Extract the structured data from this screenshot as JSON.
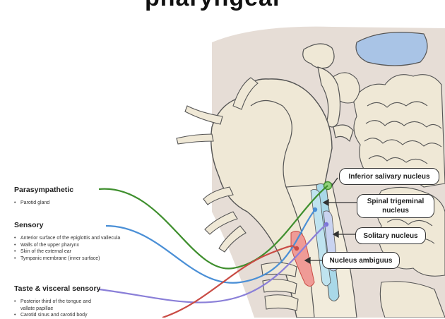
{
  "header": {
    "title_fragment": "pharyngeal"
  },
  "sections": [
    {
      "title": "Parasympathetic",
      "items": [
        "Parotid gland"
      ]
    },
    {
      "title": "Sensory",
      "items": [
        "Anterior surface of the epiglottis and vallecula",
        "Walls of the upper pharynx",
        "Skin of the external ear",
        "Tympanic membrane (inner surface)"
      ]
    },
    {
      "title": "Taste & visceral sensory",
      "items": [
        "Posterior third of the tongue and vallate papillae",
        "Carotid sinus and carotid body"
      ]
    }
  ],
  "nuclei": [
    {
      "label": "Inferior salivary nucleus",
      "color": "#3f8f2e"
    },
    {
      "label": "Spinal trigeminal nucleus",
      "color": "#4a8fd6"
    },
    {
      "label": "Solitary nucleus",
      "color": "#7b73d9"
    },
    {
      "label": "Nucleus ambiguus",
      "color": "#c94b44"
    }
  ],
  "colors": {
    "parasympathetic": "#3f8f2e",
    "sensory": "#4a8fd6",
    "taste": "#8a7fd8",
    "motor": "#c94b44",
    "brain_fill": "#efe8d6",
    "outline": "#555555",
    "bone": "#d9cfc7",
    "ventricle": "#a9c4e6"
  }
}
